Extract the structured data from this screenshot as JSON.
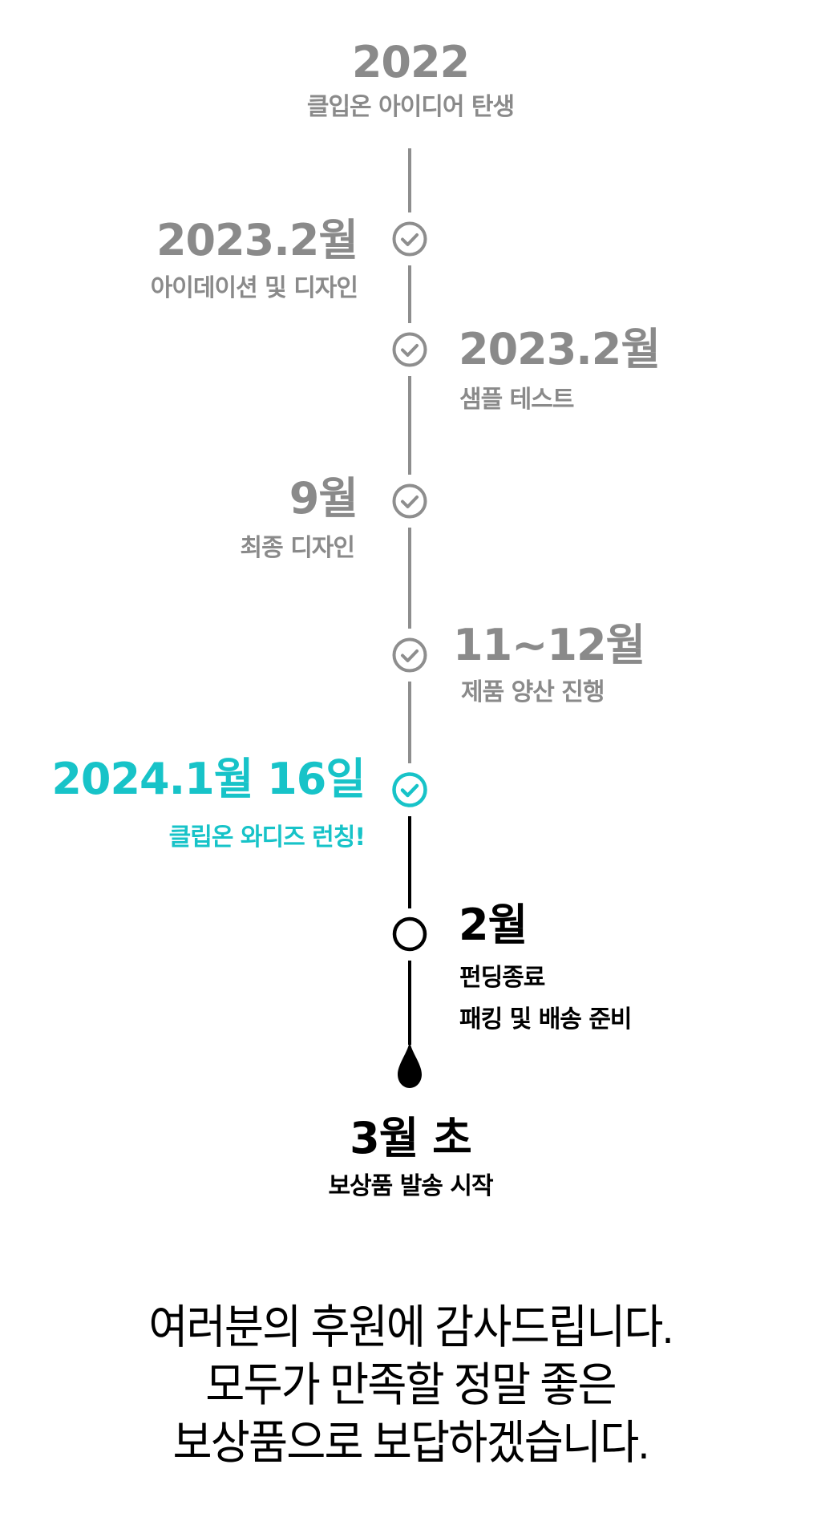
{
  "timeline": {
    "colors": {
      "past": "#8a8a8a",
      "current": "#17c3c8",
      "future": "#000000"
    },
    "milestones": [
      {
        "date": "2022",
        "desc": "클입온 아이디어 탄생",
        "status": "origin"
      },
      {
        "date": "2023.2월",
        "desc": "아이데이션 및 디자인",
        "status": "done",
        "side": "left"
      },
      {
        "date": "2023.2월",
        "desc": "샘플 테스트",
        "status": "done",
        "side": "right"
      },
      {
        "date": "9월",
        "desc": "최종 디자인",
        "status": "done",
        "side": "left"
      },
      {
        "date": "11~12월",
        "desc": "제품 양산 진행",
        "status": "done",
        "side": "right"
      },
      {
        "date": "2024.1월 16일",
        "desc": "클립온 와디즈 런칭!",
        "status": "current",
        "side": "left"
      },
      {
        "date": "2월",
        "desc_lines": [
          "펀딩종료",
          "패킹 및 배송 준비"
        ],
        "status": "upcoming",
        "side": "right"
      },
      {
        "date": "3월 초",
        "desc": "보상품 발송 시작",
        "status": "end"
      }
    ],
    "icons": {
      "done": "check-circle-icon",
      "current": "check-circle-icon",
      "upcoming": "open-circle-icon",
      "end": "drop-icon"
    }
  },
  "closing": {
    "lines": [
      "여러분의 후원에 감사드립니다.",
      "모두가 만족할 정말 좋은",
      "보상품으로 보답하겠습니다."
    ]
  }
}
